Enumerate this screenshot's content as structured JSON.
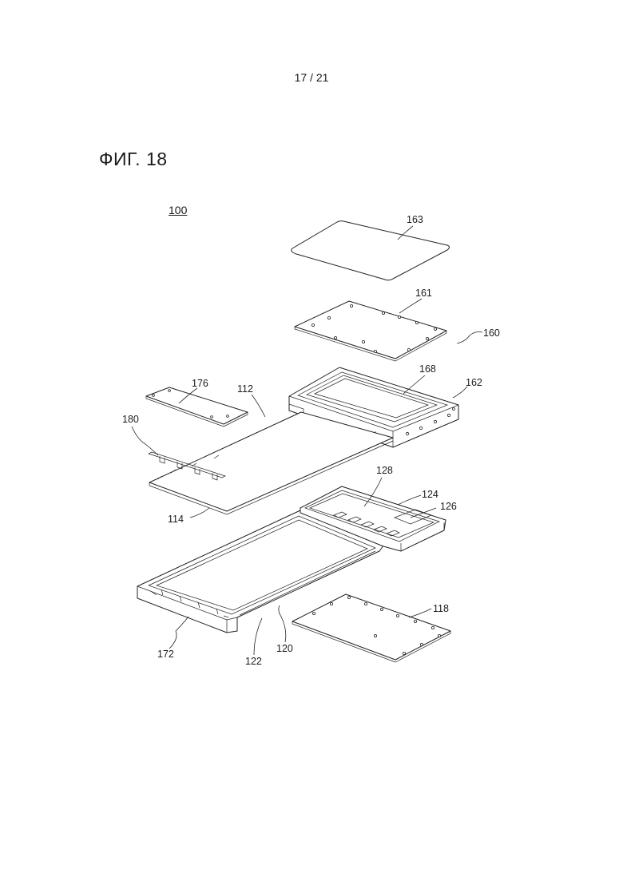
{
  "page": {
    "page_number": "17 / 21",
    "figure_title": "ФИГ. 18",
    "assembly_ref": "100"
  },
  "labels": {
    "l163": "163",
    "l161": "161",
    "l160": "160",
    "l168": "168",
    "l162": "162",
    "l176": "176",
    "l112": "112",
    "l180": "180",
    "l114": "114",
    "l128": "128",
    "l124": "124",
    "l126": "126",
    "l118": "118",
    "l172": "172",
    "l122": "122",
    "l120": "120"
  },
  "colors": {
    "line": "#222222",
    "background": "#ffffff"
  }
}
